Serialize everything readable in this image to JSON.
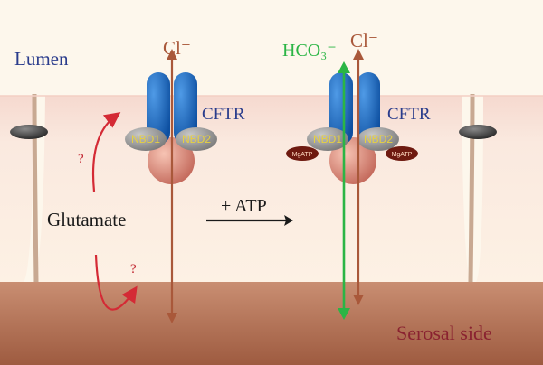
{
  "labels": {
    "lumen": "Lumen",
    "serosal": "Serosal side",
    "glutamate": "Glutamate",
    "atp": "+ ATP",
    "question": "?",
    "cl": "Cl⁻",
    "hco3": "HCO₃⁻",
    "cftr": "CFTR",
    "nbd1": "NBD1",
    "nbd2": "NBD2",
    "mgatp": "MgATP"
  },
  "colors": {
    "lumen_bg": "#fdf7ec",
    "cell": "#fcefe0",
    "cell_top": "#f7dcd2",
    "serosal": "#b8775a",
    "cl_arrow": "#a9583a",
    "hco3_arrow": "#2bb545",
    "cftr_blue": "#1763b8",
    "nbd_gray": "#8c8c8c",
    "red_text": "#c0232e",
    "lumen_text": "#2a3c8c",
    "serosal_text": "#8a2230"
  }
}
